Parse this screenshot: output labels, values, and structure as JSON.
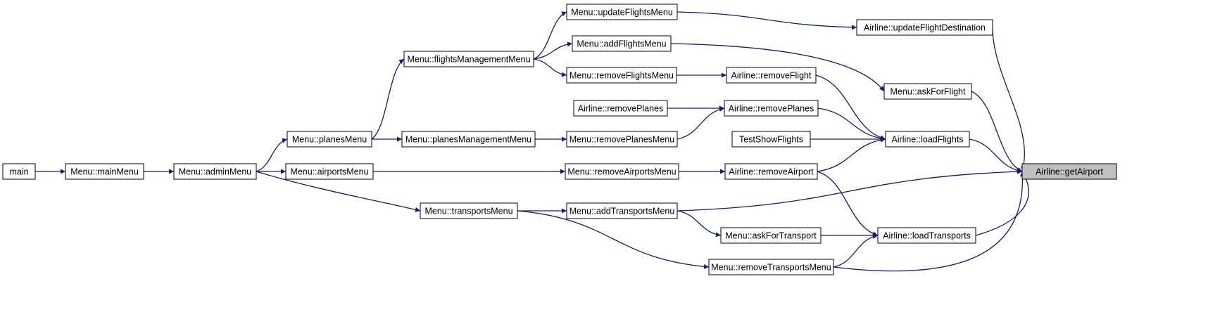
{
  "colors": {
    "edge": "#191970",
    "node_fill": "#ffffff",
    "root_fill": "#bfbfbf",
    "node_border": "#000000"
  },
  "nodes": [
    {
      "id": "main",
      "label": "main"
    },
    {
      "id": "mainMenu",
      "label": "Menu::mainMenu"
    },
    {
      "id": "adminMenu",
      "label": "Menu::adminMenu"
    },
    {
      "id": "planesMenu",
      "label": "Menu::planesMenu"
    },
    {
      "id": "airportsMenu",
      "label": "Menu::airportsMenu"
    },
    {
      "id": "transportsMenu",
      "label": "Menu::transportsMenu"
    },
    {
      "id": "flightsManagementMenu",
      "label": "Menu::flightsManagementMenu"
    },
    {
      "id": "planesManagementMenu",
      "label": "Menu::planesManagementMenu"
    },
    {
      "id": "updateFlightsMenu",
      "label": "Menu::updateFlightsMenu"
    },
    {
      "id": "addFlightsMenu",
      "label": "Menu::addFlightsMenu"
    },
    {
      "id": "removeFlightsMenu",
      "label": "Menu::removeFlightsMenu"
    },
    {
      "id": "airlineRemovePlanesL",
      "label": "Airline::removePlanes"
    },
    {
      "id": "removePlanesMenu",
      "label": "Menu::removePlanesMenu"
    },
    {
      "id": "removeAirportsMenu",
      "label": "Menu::removeAirportsMenu"
    },
    {
      "id": "addTransportsMenu",
      "label": "Menu::addTransportsMenu"
    },
    {
      "id": "removeTransportsMenu",
      "label": "Menu::removeTransportsMenu"
    },
    {
      "id": "removeFlight",
      "label": "Airline::removeFlight"
    },
    {
      "id": "airlineRemovePlanesR",
      "label": "Airline::removePlanes"
    },
    {
      "id": "testShowFlights",
      "label": "TestShowFlights"
    },
    {
      "id": "removeAirport",
      "label": "Airline::removeAirport"
    },
    {
      "id": "askForTransport",
      "label": "Menu::askForTransport"
    },
    {
      "id": "updateFlightDestination",
      "label": "Airline::updateFlightDestination"
    },
    {
      "id": "askForFlight",
      "label": "Menu::askForFlight"
    },
    {
      "id": "loadFlights",
      "label": "Airline::loadFlights"
    },
    {
      "id": "loadTransports",
      "label": "Airline::loadTransports"
    },
    {
      "id": "getAirport",
      "label": "Airline::getAirport",
      "root": true
    }
  ],
  "edges": [
    [
      "main",
      "mainMenu"
    ],
    [
      "mainMenu",
      "adminMenu"
    ],
    [
      "adminMenu",
      "planesMenu"
    ],
    [
      "adminMenu",
      "airportsMenu"
    ],
    [
      "adminMenu",
      "transportsMenu"
    ],
    [
      "planesMenu",
      "flightsManagementMenu"
    ],
    [
      "planesMenu",
      "planesManagementMenu"
    ],
    [
      "flightsManagementMenu",
      "updateFlightsMenu"
    ],
    [
      "flightsManagementMenu",
      "addFlightsMenu"
    ],
    [
      "flightsManagementMenu",
      "removeFlightsMenu"
    ],
    [
      "planesManagementMenu",
      "removePlanesMenu"
    ],
    [
      "airportsMenu",
      "removeAirportsMenu"
    ],
    [
      "transportsMenu",
      "addTransportsMenu"
    ],
    [
      "transportsMenu",
      "removeTransportsMenu"
    ],
    [
      "updateFlightsMenu",
      "updateFlightDestination"
    ],
    [
      "addFlightsMenu",
      "askForFlight"
    ],
    [
      "removeFlightsMenu",
      "removeFlight"
    ],
    [
      "airlineRemovePlanesL",
      "airlineRemovePlanesR"
    ],
    [
      "removePlanesMenu",
      "airlineRemovePlanesR"
    ],
    [
      "removeAirportsMenu",
      "removeAirport"
    ],
    [
      "addTransportsMenu",
      "askForTransport"
    ],
    [
      "removeFlight",
      "loadFlights"
    ],
    [
      "airlineRemovePlanesR",
      "loadFlights"
    ],
    [
      "testShowFlights",
      "loadFlights"
    ],
    [
      "removeAirport",
      "loadFlights"
    ],
    [
      "removeAirport",
      "loadTransports"
    ],
    [
      "askForTransport",
      "loadTransports"
    ],
    [
      "removeTransportsMenu",
      "loadTransports"
    ],
    [
      "updateFlightDestination",
      "getAirport"
    ],
    [
      "askForFlight",
      "getAirport"
    ],
    [
      "loadFlights",
      "getAirport"
    ],
    [
      "addTransportsMenu",
      "getAirport"
    ],
    [
      "loadTransports",
      "getAirport"
    ],
    [
      "removeTransportsMenu",
      "getAirport"
    ]
  ]
}
